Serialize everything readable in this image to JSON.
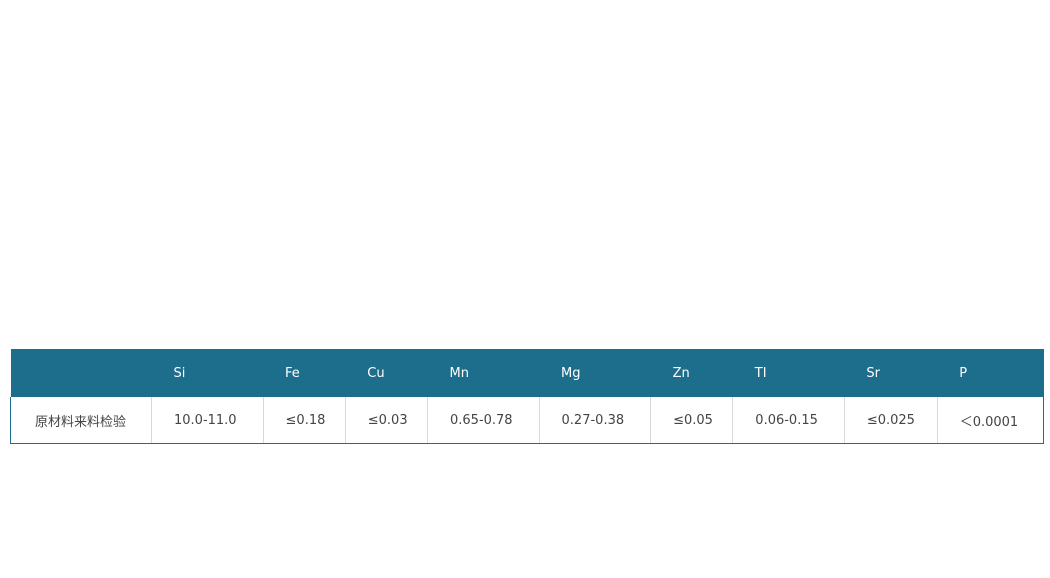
{
  "table": {
    "header": [
      "",
      "Si",
      "Fe",
      "Cu",
      "Mn",
      "Mg",
      "Zn",
      "TI",
      "Sr",
      "P"
    ],
    "row1": [
      "原材料来料检验",
      "10.0-11.0",
      "≤0.18",
      "≤0.03",
      "0.65-0.78",
      "0.27-0.38",
      "≤0.05",
      "0.06-0.15",
      "≤0.025",
      "＜0.0001"
    ]
  }
}
